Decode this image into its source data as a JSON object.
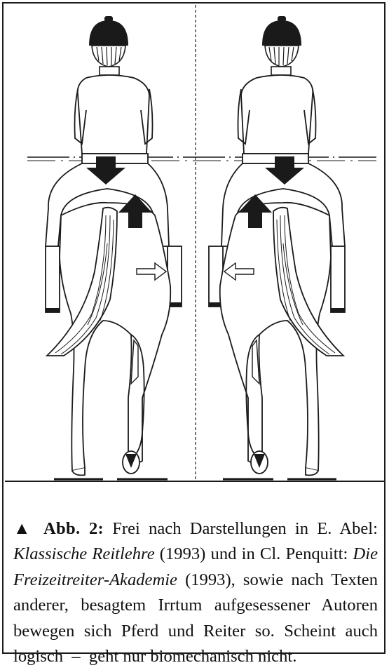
{
  "caption": {
    "marker": "▲",
    "label": "Abb. 2:",
    "text_1": " Frei nach Darstellungen in E. Abel: ",
    "book_1": "Klassische Reitlehre",
    "text_2": " (1993) und in Cl. Penquitt: ",
    "book_2": "Die Freizeitreiter-Akademie",
    "text_3": " (1993), sowie nach Texten anderer, besagtem Irrtum aufgesessener Autoren bewegen sich Pferd und Reiter so. Scheint auch logisch  –  geht nur biomechanisch nicht."
  },
  "colors": {
    "ink": "#1a1a1a",
    "background": "#ffffff"
  },
  "icons": [
    "down-arrow-icon",
    "up-arrow-icon",
    "hollow-side-arrow-icon"
  ]
}
